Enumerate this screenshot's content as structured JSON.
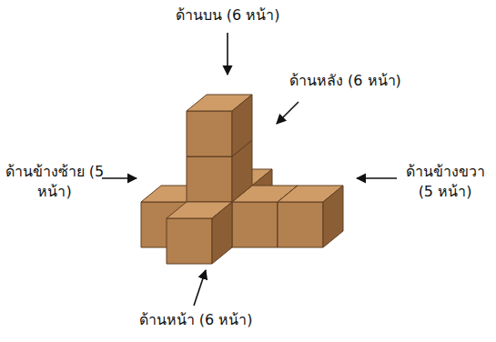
{
  "diagram": {
    "labels": [
      "ด้านบน (6 หน้า)",
      "ด้านหลัง (6 หน้า)",
      "ด้านข้างซ้าย (5 หน้า)",
      "ด้านข้างขวา (5 หน้า)",
      "ด้านหน้า (6 หน้า)"
    ]
  }
}
